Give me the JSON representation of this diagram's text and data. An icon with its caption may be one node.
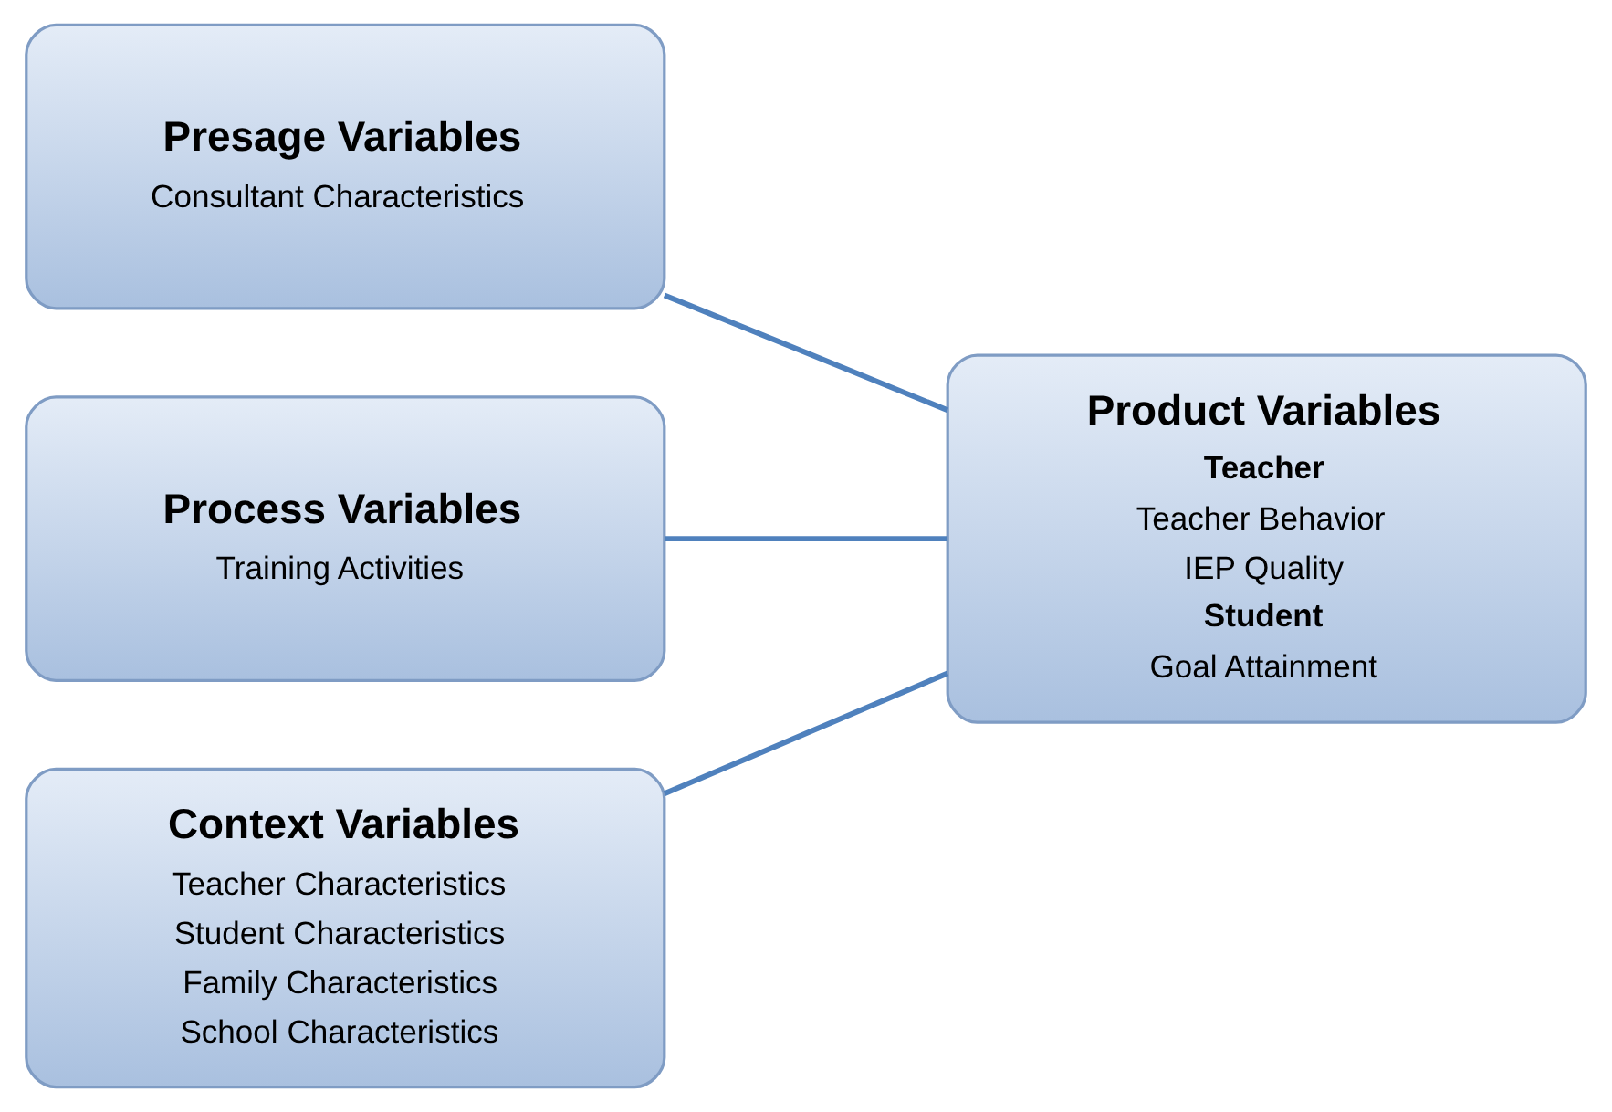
{
  "diagram": {
    "nodes": [
      {
        "text": [
          "Presage Variables",
          "Consultant Characteristics"
        ]
      },
      {
        "text": [
          "Process Variables",
          "Training Activities"
        ]
      },
      {
        "text": [
          "Context Variables",
          "Teacher Characteristics",
          "Student Characteristics",
          "Family Characteristics",
          "School Characteristics"
        ]
      },
      {
        "text": [
          "Product Variables",
          "Teacher",
          "Teacher Behavior",
          "IEP Quality",
          "Student",
          "Goal Attainment"
        ]
      }
    ],
    "edges": [
      {
        "from": 0,
        "to": 3,
        "arrow": "none"
      },
      {
        "from": 1,
        "to": 3,
        "arrow": "none"
      },
      {
        "from": 2,
        "to": 3,
        "arrow": "none"
      }
    ]
  }
}
